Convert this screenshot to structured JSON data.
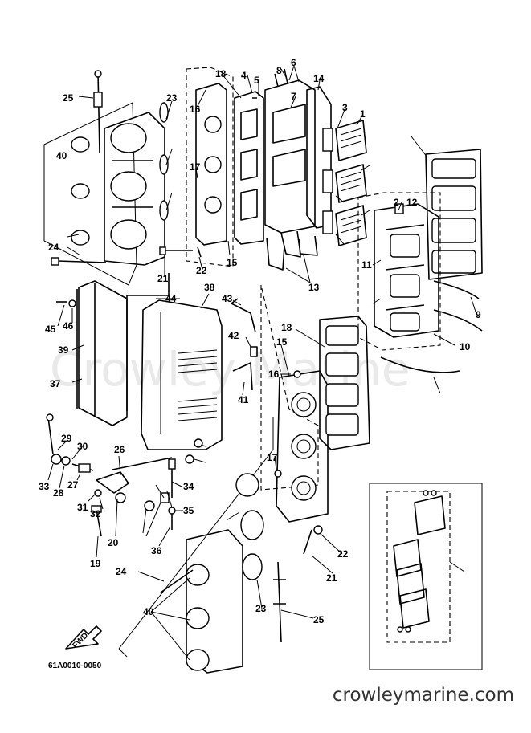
{
  "diagram_code": "61A0010-0050",
  "fwd_label": "FWD",
  "watermark": "Crowley Marine",
  "footer_url": "crowleymarine.com",
  "callouts": [
    "25",
    "23",
    "40",
    "24",
    "21",
    "22",
    "15",
    "16",
    "17",
    "18",
    "4",
    "5",
    "8",
    "6",
    "7",
    "14",
    "3",
    "1",
    "2",
    "12",
    "11",
    "9",
    "10",
    "13",
    "38",
    "43",
    "42",
    "41",
    "44",
    "45",
    "46",
    "39",
    "37",
    "29",
    "30",
    "33",
    "28",
    "27",
    "31",
    "32",
    "26",
    "20",
    "19",
    "34",
    "35",
    "36",
    "24",
    "40",
    "23",
    "25",
    "21",
    "22",
    "17",
    "16",
    "15",
    "18"
  ]
}
